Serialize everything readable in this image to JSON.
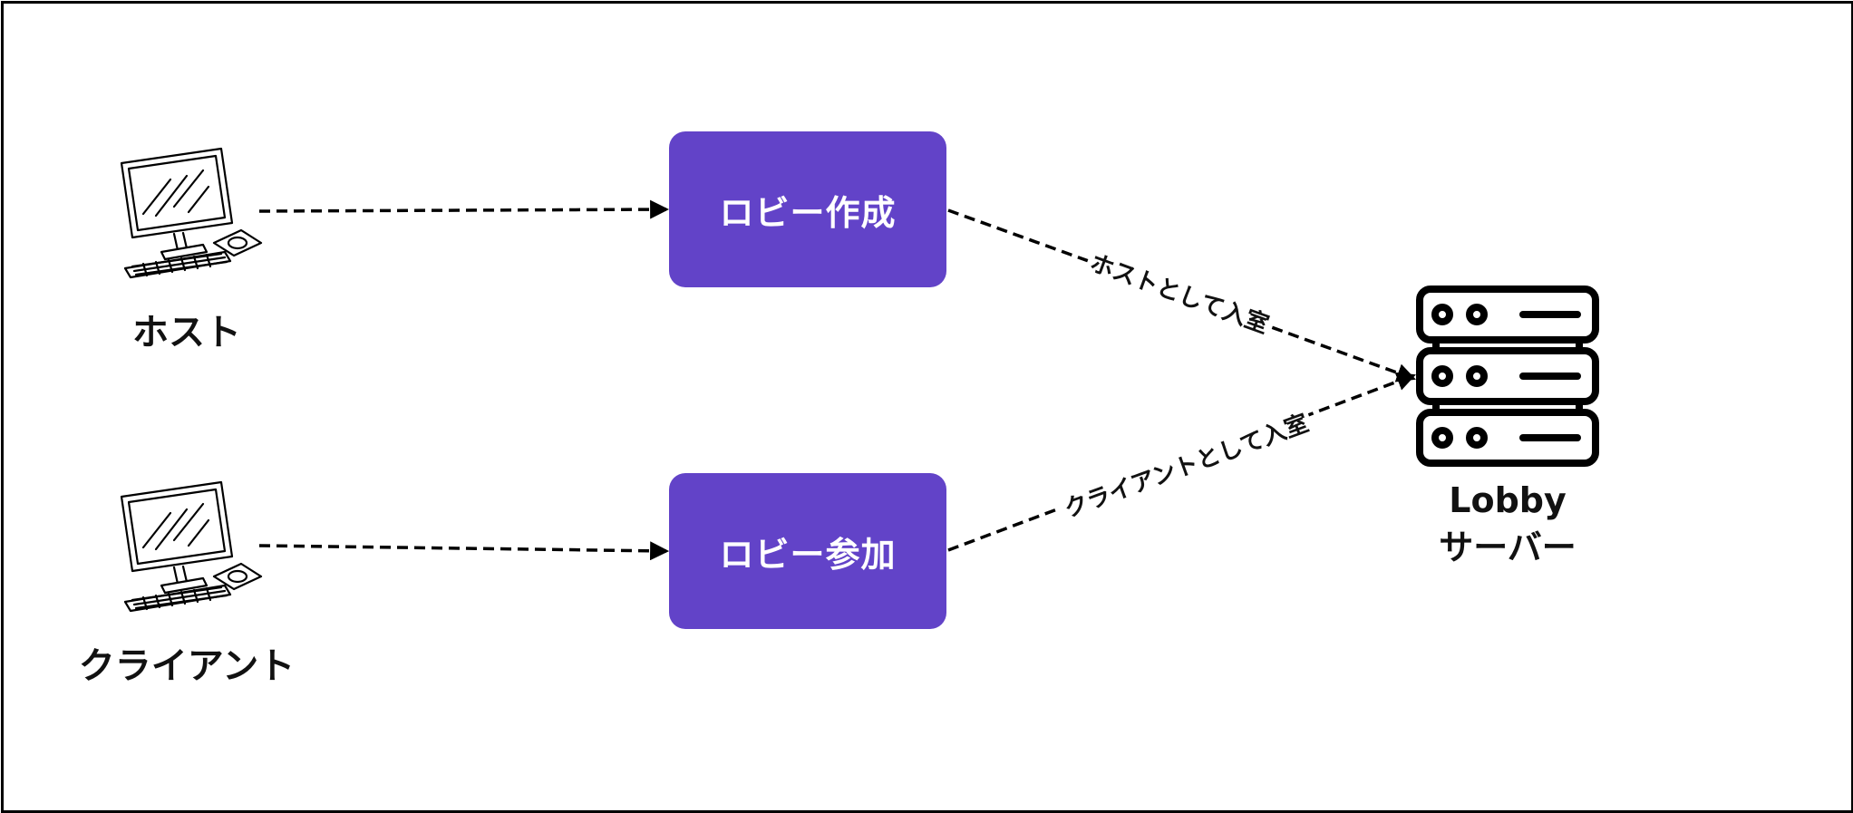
{
  "colors": {
    "accent": "#6243c8",
    "line": "#000000"
  },
  "actors": {
    "host": {
      "label": "ホスト",
      "icon": "desktop-computer-icon"
    },
    "client": {
      "label": "クライアント",
      "icon": "desktop-computer-icon"
    }
  },
  "actions": {
    "create": {
      "label": "ロビー作成"
    },
    "join": {
      "label": "ロビー参加"
    }
  },
  "server": {
    "icon": "server-rack-icon",
    "label_line1": "Lobby",
    "label_line2": "サーバー"
  },
  "edges": {
    "host_join": "ホストとして入室",
    "client_join": "クライアントとして入室"
  }
}
